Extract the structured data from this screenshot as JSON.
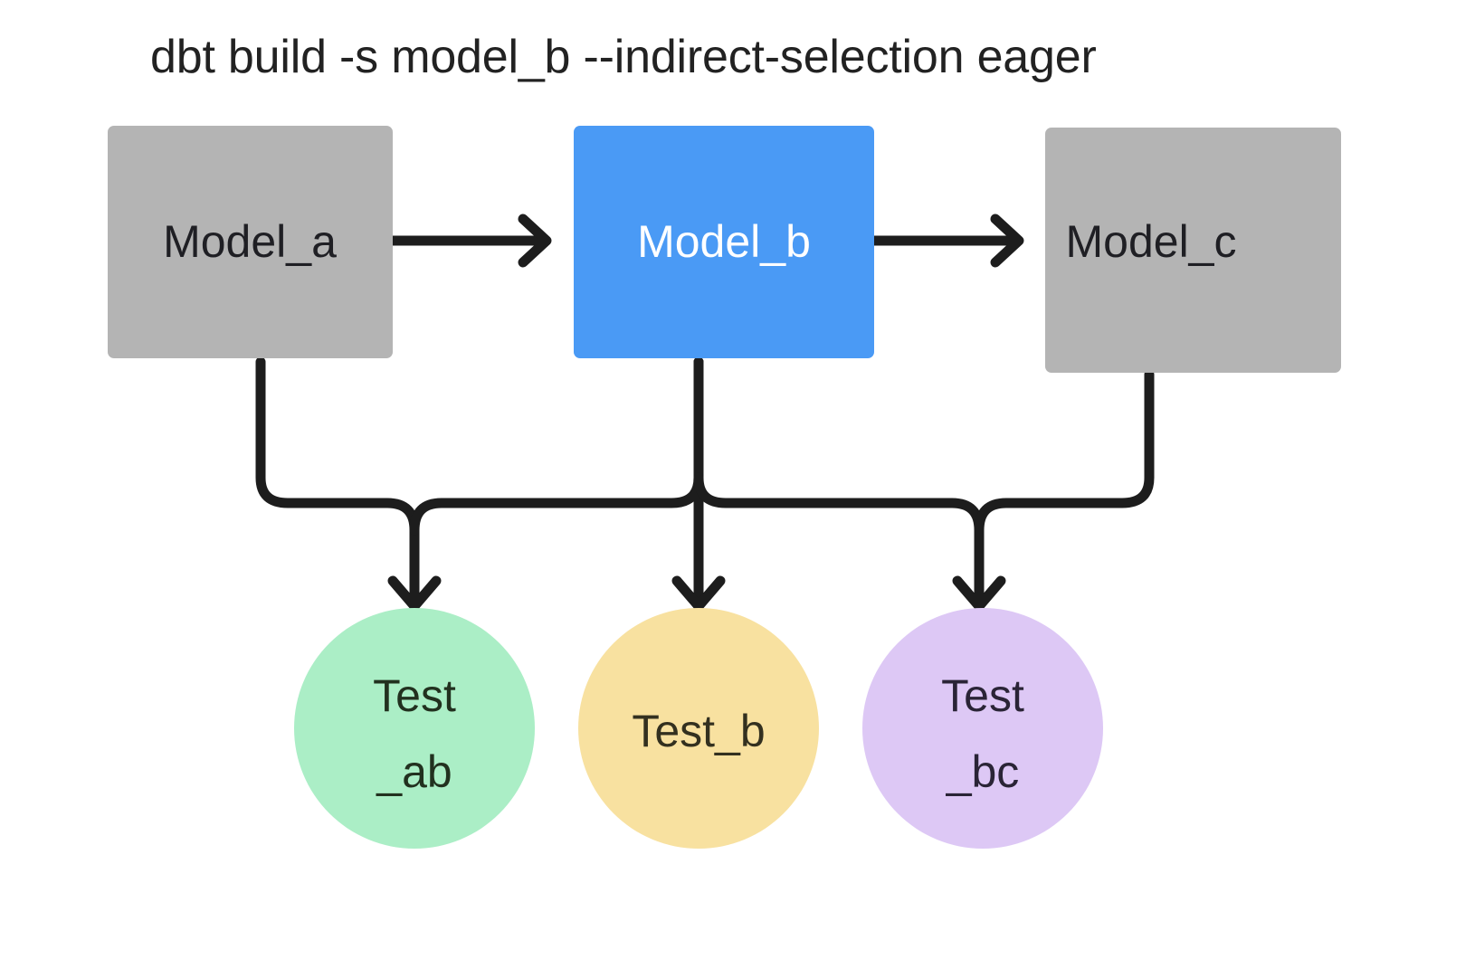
{
  "diagram": {
    "title": "dbt build -s model_b --indirect-selection eager",
    "background_color": "#ffffff",
    "edge_color": "#1d1d1d",
    "nodes": {
      "model_a": {
        "label": "Model_a",
        "shape": "rectangle",
        "fill": "#b4b4b4",
        "text_color": "#1f1f24",
        "selected": "false"
      },
      "model_b": {
        "label": "Model_b",
        "shape": "rectangle",
        "fill": "#4a9af5",
        "text_color": "#ffffff",
        "selected": "true"
      },
      "model_c": {
        "label": "Model_c",
        "shape": "rectangle",
        "fill": "#b4b4b4",
        "text_color": "#1f1f24",
        "selected": "false"
      },
      "test_ab": {
        "label_line1": "Test",
        "label_line2": "_ab",
        "shape": "circle",
        "fill": "#abeec6",
        "text_color": "#22311f",
        "selected": "true"
      },
      "test_b": {
        "label_line1": "Test_b",
        "label_line2": "",
        "shape": "circle",
        "fill": "#f8e1a0",
        "text_color": "#33301f",
        "selected": "true"
      },
      "test_bc": {
        "label_line1": "Test",
        "label_line2": "_bc",
        "shape": "circle",
        "fill": "#ddc8f5",
        "text_color": "#2a2436",
        "selected": "true"
      }
    },
    "edges": [
      {
        "from": "model_a",
        "to": "model_b",
        "style": "arrow"
      },
      {
        "from": "model_b",
        "to": "model_c",
        "style": "arrow"
      },
      {
        "from": "model_a",
        "to": "test_ab",
        "style": "arrow"
      },
      {
        "from": "model_b",
        "to": "test_ab",
        "style": "arrow"
      },
      {
        "from": "model_b",
        "to": "test_b",
        "style": "arrow"
      },
      {
        "from": "model_b",
        "to": "test_bc",
        "style": "arrow"
      },
      {
        "from": "model_c",
        "to": "test_bc",
        "style": "arrow"
      }
    ]
  }
}
